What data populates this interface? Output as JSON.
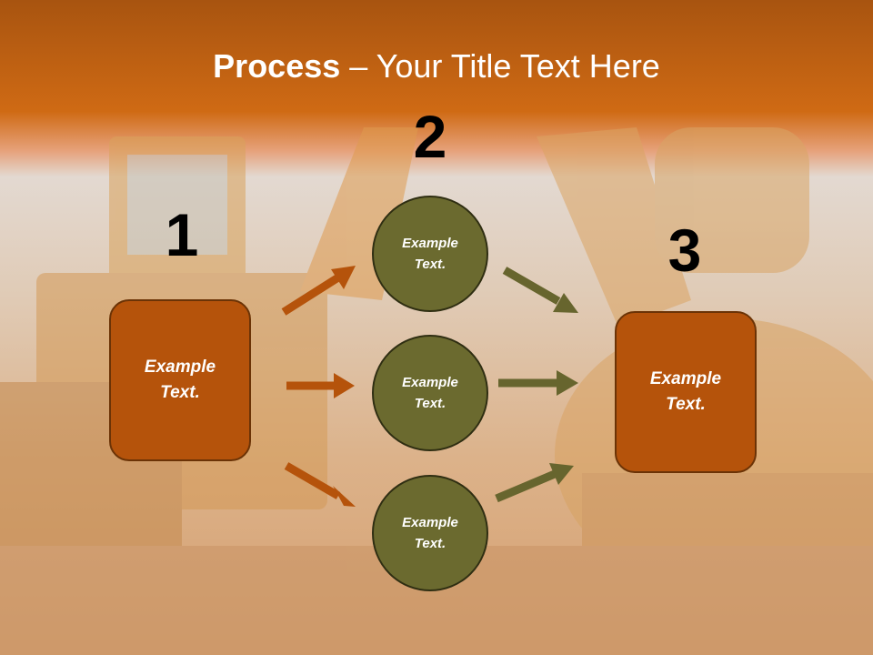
{
  "title": {
    "bold": "Process",
    "rest": " – Your Title Text Here"
  },
  "step_numbers": [
    "1",
    "2",
    "3"
  ],
  "left_box": {
    "line1": "Example",
    "line2": "Text."
  },
  "right_box": {
    "line1": "Example",
    "line2": "Text."
  },
  "circles": [
    {
      "line1": "Example",
      "line2": "Text."
    },
    {
      "line1": "Example",
      "line2": "Text."
    },
    {
      "line1": "Example",
      "line2": "Text."
    }
  ],
  "colors": {
    "header": "#cf6a14",
    "box_fill": "#b5530b",
    "circle_fill": "#6b6a2f",
    "orange_arrow": "#b5530b",
    "green_arrow": "#67652e"
  }
}
